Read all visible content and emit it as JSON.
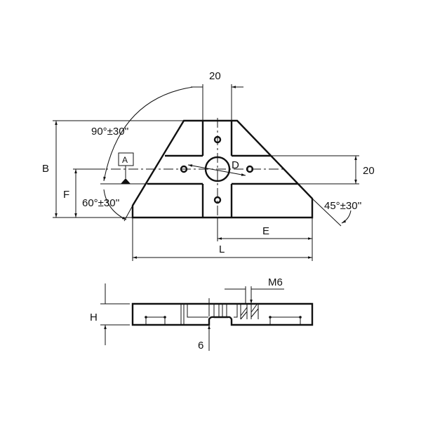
{
  "labels": {
    "top_width": "20",
    "slot_width": "20",
    "angle_top": "90°±30''",
    "angle_left": "60°±30''",
    "angle_right": "45°±30''",
    "datum": "A",
    "diameter": "D",
    "dim_b": "B",
    "dim_f": "F",
    "dim_e": "E",
    "dim_l": "L",
    "dim_h": "H",
    "dim_6": "6",
    "thread": "M6"
  },
  "colors": {
    "line": "#111111",
    "background": "#ffffff"
  }
}
